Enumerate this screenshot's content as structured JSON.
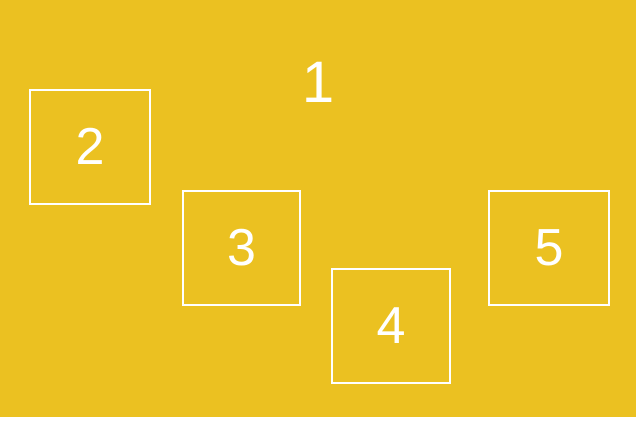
{
  "colors": {
    "background": "#EBC121",
    "foreground": "#FFFFFF"
  },
  "title_label": "1",
  "boxes": [
    {
      "label": "2"
    },
    {
      "label": "3"
    },
    {
      "label": "4"
    },
    {
      "label": "5"
    }
  ]
}
